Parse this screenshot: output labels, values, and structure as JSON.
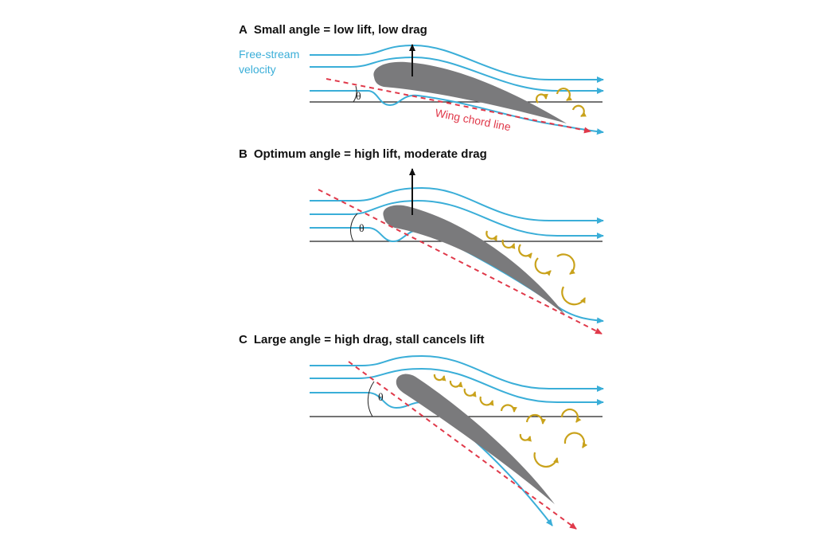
{
  "colors": {
    "streamline": "#3aaed8",
    "chord": "#e0394a",
    "airfoil": "#7a7a7c",
    "vortex": "#c9a21b",
    "baseline": "#222222",
    "lift_arrow": "#111111"
  },
  "labels": {
    "free_stream_line1": "Free-stream",
    "free_stream_line2": "velocity",
    "chord_line": "Wing chord line",
    "theta": "θ"
  },
  "panels": [
    {
      "letter": "A",
      "title": "Small angle = low lift, low drag"
    },
    {
      "letter": "B",
      "title": "Optimum angle = high lift, moderate drag"
    },
    {
      "letter": "C",
      "title": "Large angle = high drag, stall cancels lift"
    }
  ],
  "icons": {
    "lift_arrow": "up-arrow-icon",
    "vortex": "curl-arrow-icon"
  }
}
